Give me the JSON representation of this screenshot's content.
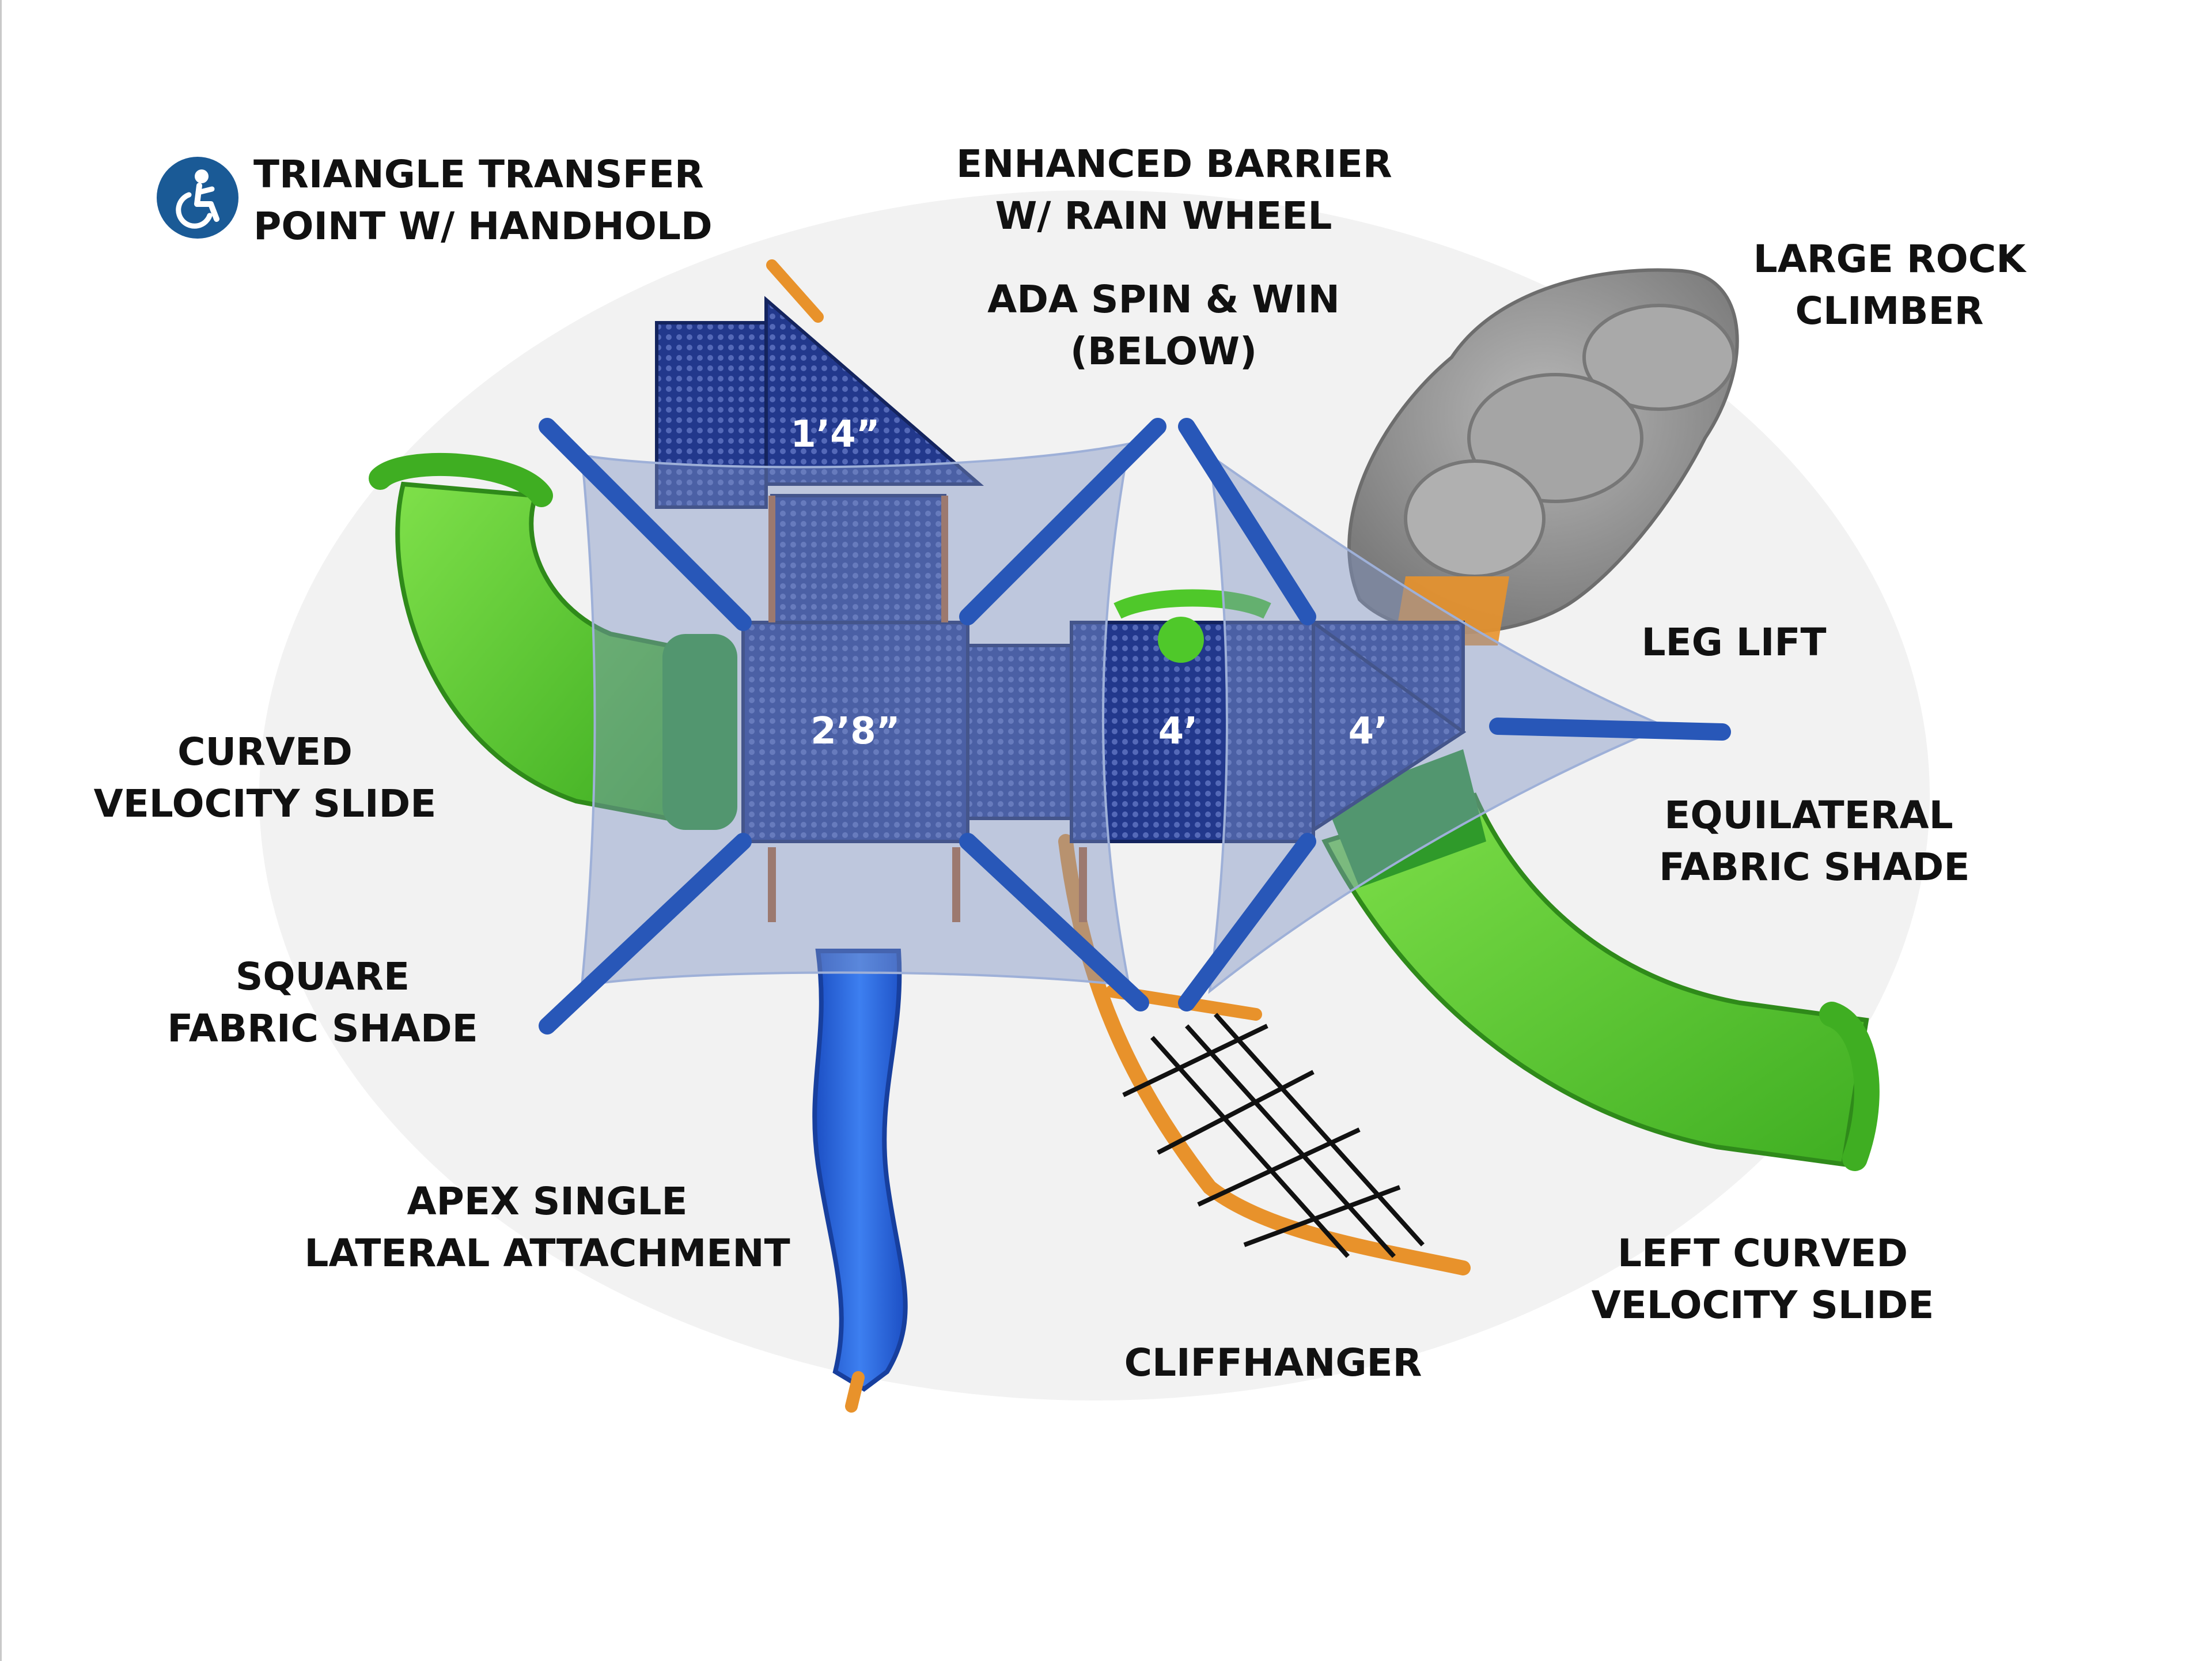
{
  "labels": {
    "transfer": [
      "TRIANGLE TRANSFER",
      "POINT W/ HANDHOLD"
    ],
    "barrier": [
      "ENHANCED BARRIER",
      "W/ RAIN WHEEL"
    ],
    "spin": [
      "ADA SPIN & WIN",
      "(BELOW)"
    ],
    "rock": [
      "LARGE ROCK",
      "CLIMBER"
    ],
    "leg_lift": [
      "LEG LIFT"
    ],
    "curved_slide": [
      "CURVED",
      "VELOCITY SLIDE"
    ],
    "equilateral": [
      "EQUILATERAL",
      "FABRIC SHADE"
    ],
    "square_shade": [
      "SQUARE",
      "FABRIC SHADE"
    ],
    "apex": [
      "APEX SINGLE",
      "LATERAL ATTACHMENT"
    ],
    "left_curved": [
      "LEFT CURVED",
      "VELOCITY SLIDE"
    ],
    "cliffhanger": [
      "CLIFFHANGER"
    ]
  },
  "deck_heights": {
    "transfer_deck": "1’4”",
    "main_deck": "2’8”",
    "middle_deck": "4’",
    "triangle_deck": "4’"
  },
  "icons": {
    "accessibility": "wheelchair-accessibility-icon"
  },
  "colors": {
    "deck_blue": "#1e3a8a",
    "post_blue": "#2857b8",
    "slide_green": "#5cc936",
    "slide_blue": "#2f6fe0",
    "frame_orange": "#e8922b",
    "shade_fabric": "#7f93c4",
    "rock_gray": "#9a9a9a",
    "ada_blue": "#1a5a96"
  }
}
